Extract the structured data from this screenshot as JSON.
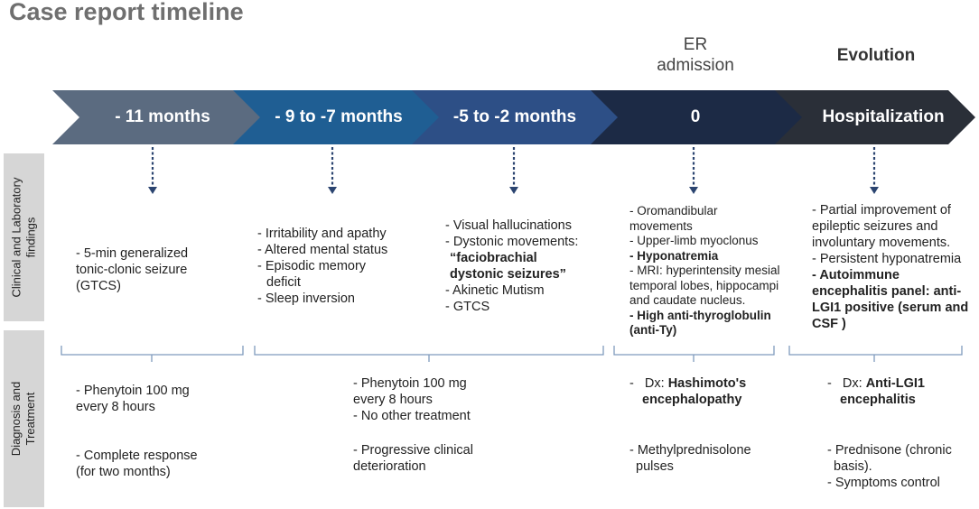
{
  "title": "Case report timeline",
  "header_labels": {
    "er_admission": [
      "ER",
      "admission"
    ],
    "evolution": "Evolution"
  },
  "colors": {
    "chevron_1": "#5b6b80",
    "chevron_2": "#1f5e93",
    "chevron_3": "#2d4f86",
    "chevron_4": "#1c2a45",
    "chevron_5": "#2a2f38",
    "side_box": "#d6d6d6",
    "connector": "#2b4470",
    "bracket": "#7f9bbd"
  },
  "timeline": [
    {
      "label": "- 11 months"
    },
    {
      "label": "- 9 to -7 months"
    },
    {
      "label": "-5 to -2 months"
    },
    {
      "label": "0"
    },
    {
      "label": "Hospitalization"
    }
  ],
  "side_labels": {
    "clinical": [
      "Clinical and Laboratory",
      "findings"
    ],
    "diagnosis": [
      "Diagnosis and",
      "Treatment"
    ]
  },
  "clinical": {
    "col1": [
      "- 5-min generalized",
      "tonic-clonic seizure",
      "(GTCS)"
    ],
    "col2": [
      "- Irritability and apathy",
      "- Altered mental status",
      "- Episodic memory",
      "deficit",
      "- Sleep inversion"
    ],
    "col3": {
      "lines_before": [
        "- Visual hallucinations",
        "- Dystonic movements:"
      ],
      "bold_lines": [
        "“faciobrachial",
        "dystonic seizures”"
      ],
      "lines_after": [
        "- Akinetic Mutism",
        "- GTCS"
      ]
    },
    "col4": {
      "lines_before": [
        "- Oromandibular",
        "movements",
        "- Upper-limb myoclonus"
      ],
      "bold_mid": "- Hyponatremia",
      "lines_mid": [
        "- MRI: hyperintensity mesial",
        "temporal lobes, hippocampi",
        "and caudate nucleus."
      ],
      "bold_end": [
        "- High anti-thyroglobulin",
        "(anti-Ty)"
      ]
    },
    "col5": {
      "lines_before": [
        "- Partial improvement of",
        "epileptic seizures and",
        "involuntary movements.",
        "- Persistent hyponatremia"
      ],
      "bold_end": [
        "- Autoimmune",
        "encephalitis panel: anti-",
        "LGI1 positive (serum and",
        "CSF )"
      ]
    }
  },
  "treatment": {
    "col1": {
      "rx": [
        "- Phenytoin 100 mg",
        "every 8 hours"
      ],
      "outcome": [
        "- Complete response",
        "(for two months)"
      ]
    },
    "col2": {
      "rx": [
        "- Phenytoin 100 mg",
        "every 8 hours",
        "- No other treatment"
      ],
      "outcome": [
        "- Progressive clinical",
        "deterioration"
      ]
    },
    "col4": {
      "dx_prefix": "-   Dx: ",
      "dx_bold_1": "Hashimoto's",
      "dx_bold_2": "encephalopathy",
      "outcome": [
        "- Methylprednisolone",
        "pulses"
      ]
    },
    "col5": {
      "dx_prefix": "-   Dx: ",
      "dx_bold_1": "Anti-LGI1",
      "dx_bold_2": "encephalitis",
      "outcome": [
        "- Prednisone (chronic",
        "basis).",
        "- Symptoms control"
      ]
    }
  }
}
